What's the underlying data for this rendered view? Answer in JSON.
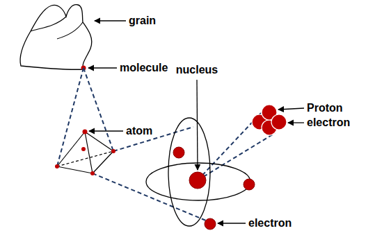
{
  "diagram": {
    "labels": [
      "grain",
      "molecule",
      "atom",
      "nucleus",
      "Proton",
      "electron",
      "electron"
    ]
  }
}
